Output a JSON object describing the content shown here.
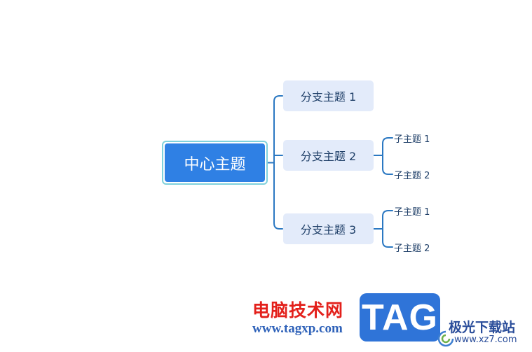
{
  "mindmap": {
    "center": {
      "label": "中心主题"
    },
    "branches": [
      {
        "label": "分支主题 1",
        "children": []
      },
      {
        "label": "分支主题 2",
        "children": [
          {
            "label": "子主题 1"
          },
          {
            "label": "子主题 2"
          }
        ]
      },
      {
        "label": "分支主题 3",
        "children": [
          {
            "label": "子主题 1"
          },
          {
            "label": "子主题 2"
          }
        ]
      }
    ]
  },
  "watermark": {
    "brand_cn": "电脑技术网",
    "brand_url": "www.tagxp.com",
    "tag_logo": "TAG",
    "site_name": "极光下载站",
    "site_url": "www.xz7.com"
  },
  "colors": {
    "center_fill": "#2f80e4",
    "center_border": "#7fd1dc",
    "branch_fill": "#e3ebfa",
    "connector": "#2b78c2",
    "text_dark": "#1f3f68",
    "watermark_red": "#e3201b",
    "watermark_blue": "#2f62b9",
    "tag_blue": "#2f74d8"
  },
  "icons": {
    "watermark_swirl": "swirl-icon"
  }
}
